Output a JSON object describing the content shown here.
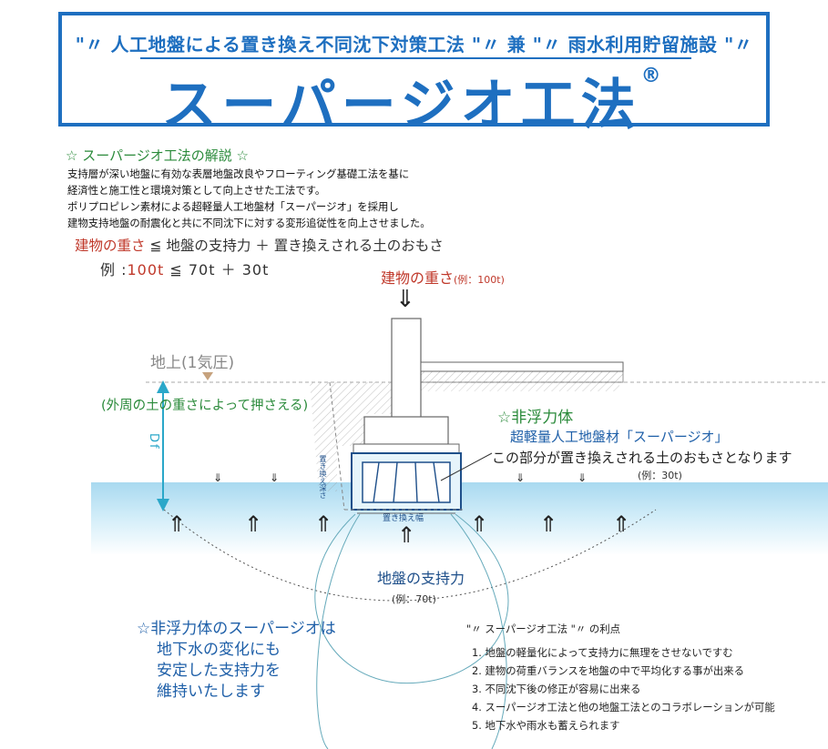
{
  "header": {
    "subtitle": "\"〃 人工地盤による置き換え不同沈下対策工法 \"〃 兼 \"〃 雨水利用貯留施設 \"〃",
    "title": "スーパージオ工法",
    "registered_mark": "®"
  },
  "description": {
    "heading": "☆ スーパージオ工法の解説 ☆",
    "lines": [
      "支持層が深い地盤に有効な表層地盤改良やフローティング基礎工法を基に",
      "経済性と施工性と環境対策として向上させた工法です。",
      "ポリプロピレン素材による超軽量人工地盤材「スーパージオ」を採用し",
      "建物支持地盤の耐震化と共に不同沈下に対する変形追従性を向上させました。"
    ]
  },
  "formula": {
    "term1": "建物の重さ",
    "op1": " ≦ ",
    "term2": "地盤の支持力",
    "op2": " ＋ ",
    "term3": "置き換えされる土のおもさ",
    "example_prefix": "例 :",
    "example_v1": "100t",
    "example_op1": " ≦ ",
    "example_v2": "70t",
    "example_op2": " ＋ ",
    "example_v3": "30t"
  },
  "diagram": {
    "building_weight": "建物の重さ",
    "building_weight_ex": "(例：100t)",
    "ground_level": "地上(1気圧)",
    "soil_press": "(外周の土の重さによって押さえる)",
    "df": "Df",
    "non_buoyant": "☆非浮力体",
    "material": "超軽量人工地盤材「スーパージオ」",
    "replaced_part": "この部分が置き換えされる土のおもさとなります",
    "replaced_ex": "(例：30t)",
    "replace_depth": "置き換え深さ",
    "replace_width": "置き換え幅",
    "bearing": "地盤の支持力",
    "bearing_ex": "(例：70t)",
    "arrow_down": "⇓",
    "arrow_up": "⇑"
  },
  "note": {
    "lines": [
      "☆非浮力体のスーパージオは",
      "地下水の変化にも",
      "安定した支持力を",
      "維持いたします"
    ]
  },
  "advantages": {
    "heading": "\"〃 スーパージオ工法 \"〃 の利点",
    "items": [
      "1. 地盤の軽量化によって支持力に無理をさせないですむ",
      "2. 建物の荷重バランスを地盤の中で平均化する事が出来る",
      "3. 不同沈下後の修正が容易に出来る",
      "4. スーパージオ工法と他の地盤工法とのコラボレーションが可能",
      "5. 地下水や雨水も蓄えられます"
    ]
  },
  "colors": {
    "brand_blue": "#1e6fc0",
    "red": "#c0392b",
    "green": "#2a8a3a",
    "water": "#bfe3f4",
    "df_arrow": "#2aa7c9"
  }
}
